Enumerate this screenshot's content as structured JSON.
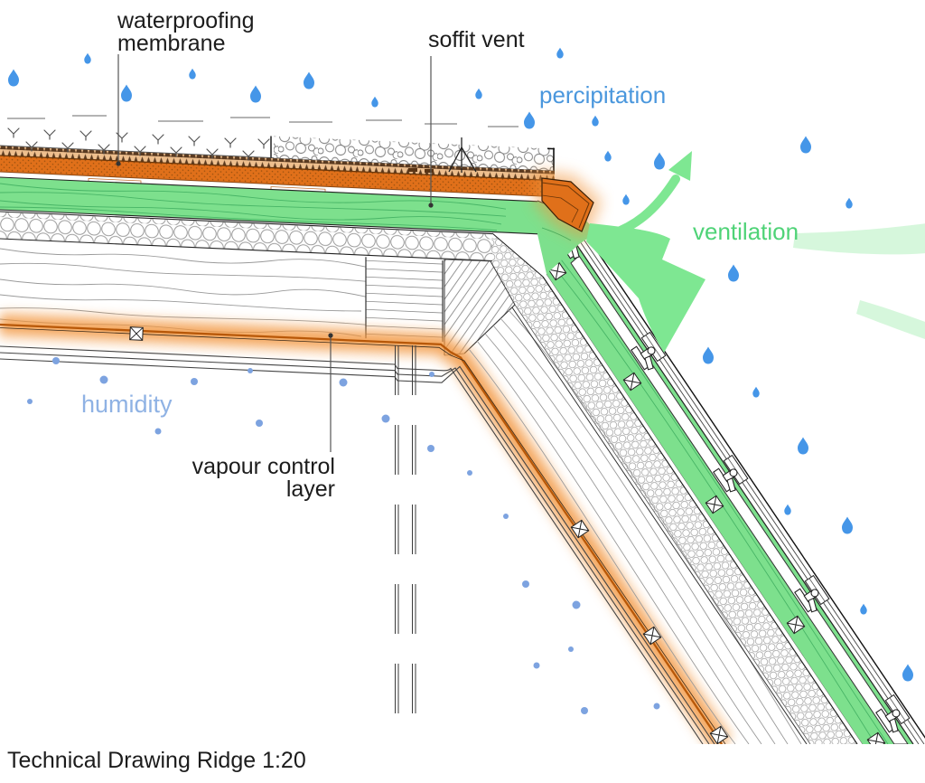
{
  "title": "Technical Drawing Ridge 1:20",
  "annotations": {
    "waterproofing_membrane": {
      "line1": "waterproofing",
      "line2": "membrane"
    },
    "soffit_vent": "soffit vent",
    "precipitation": "percipitation",
    "ventilation": "ventilation",
    "humidity": "humidity",
    "vapour_control_layer": {
      "line1": "vapour control",
      "line2": "layer"
    }
  },
  "colors": {
    "label_text": "#1c1c1c",
    "precipitation_text": "#4a97dd",
    "raindrop": "#4596e8",
    "ventilation_text": "#4fd377",
    "airflow_arrow": "#7ee792",
    "ventilation_layer": "#7de08d",
    "membrane_orange": "#e0701a",
    "membrane_glow": "#f2953c",
    "humidity_text": "#8fb2e4",
    "humidity_dot": "#7da3e0"
  }
}
